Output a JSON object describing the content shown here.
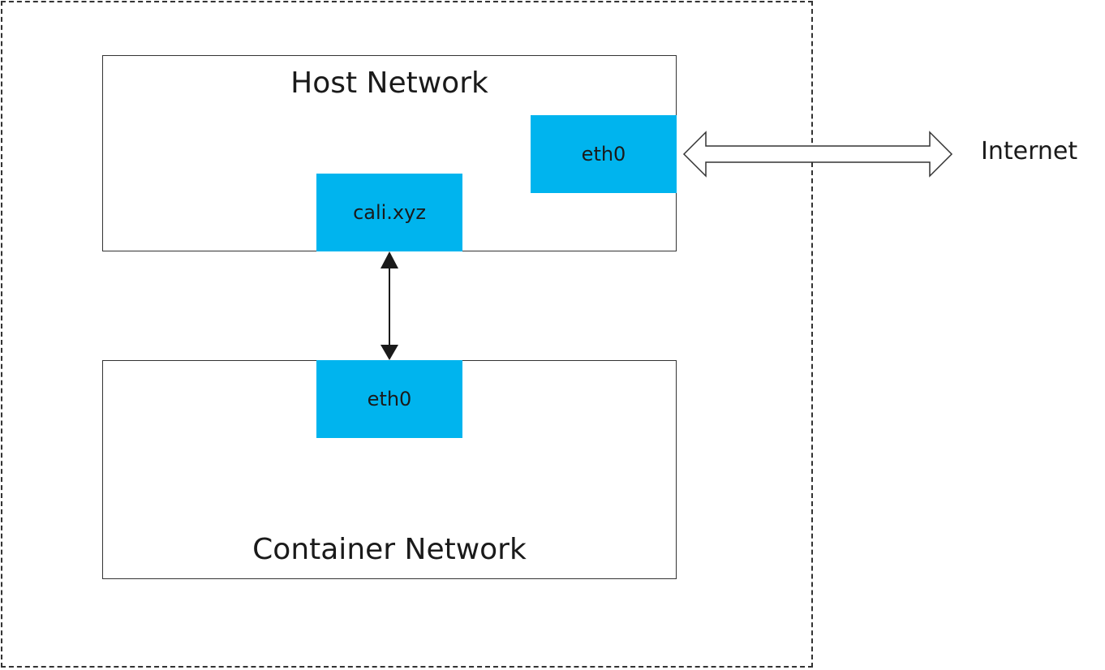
{
  "colors": {
    "interface_fill": "#00b4ee",
    "border": "#333333",
    "text": "#1a1a1a",
    "background": "#ffffff"
  },
  "host_network": {
    "title": "Host Network",
    "eth0_label": "eth0",
    "cali_label": "cali.xyz"
  },
  "container_network": {
    "title": "Container Network",
    "eth0_label": "eth0"
  },
  "internet_label": "Internet"
}
